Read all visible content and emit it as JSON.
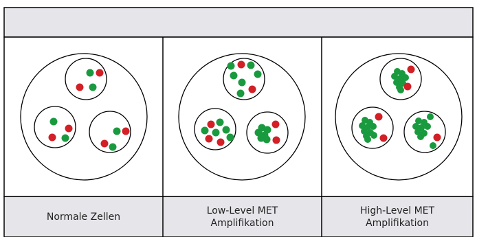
{
  "header": {
    "text": ""
  },
  "columns": [
    {
      "label": "Normale Zellen",
      "scene": "normal"
    },
    {
      "label": "Low-Level MET\nAmplifikation",
      "scene": "low"
    },
    {
      "label": "High-Level MET\nAmplifikation",
      "scene": "high"
    }
  ],
  "colors": {
    "header_bg": "#e6e6ea",
    "border": "#000000",
    "label_bg": "#e6e6ea",
    "green_dot": "#1a9a3e",
    "red_dot": "#d31f26"
  }
}
